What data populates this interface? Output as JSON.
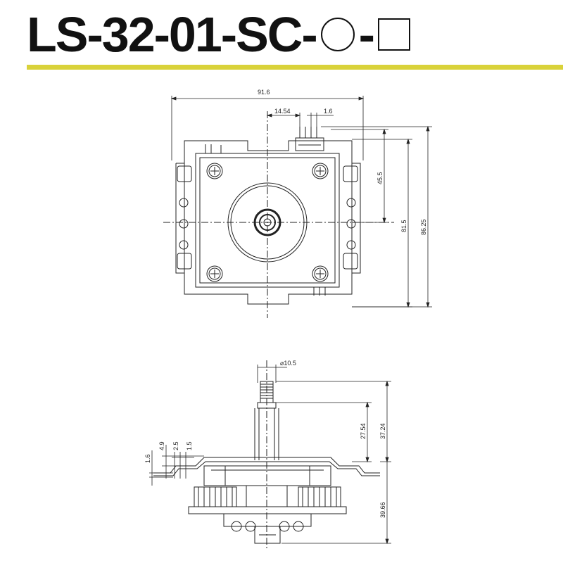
{
  "title": {
    "text_main": "LS-32-01-SC-",
    "sep": "-",
    "circle_symbol": "circle-placeholder",
    "square_symbol": "square-placeholder"
  },
  "colors": {
    "accent_bar": "#d9d23a",
    "line": "#222222"
  },
  "top_view": {
    "dimensions": {
      "overall_width": "91.6",
      "connector_offset": "14.54",
      "pin_pitch": "1.6",
      "center_to_top": "45.5",
      "mount_height": "81.5",
      "overall_height": "86.25"
    }
  },
  "side_view": {
    "dimensions": {
      "shaft_diameter": "⌀10.5",
      "shaft_to_plate": "27.54",
      "shaft_total": "37.24",
      "below_plate": "39.66",
      "plate_thickness": "1.6",
      "offset_a": "4.9",
      "offset_b": "2.5",
      "offset_c": "1.5"
    }
  }
}
